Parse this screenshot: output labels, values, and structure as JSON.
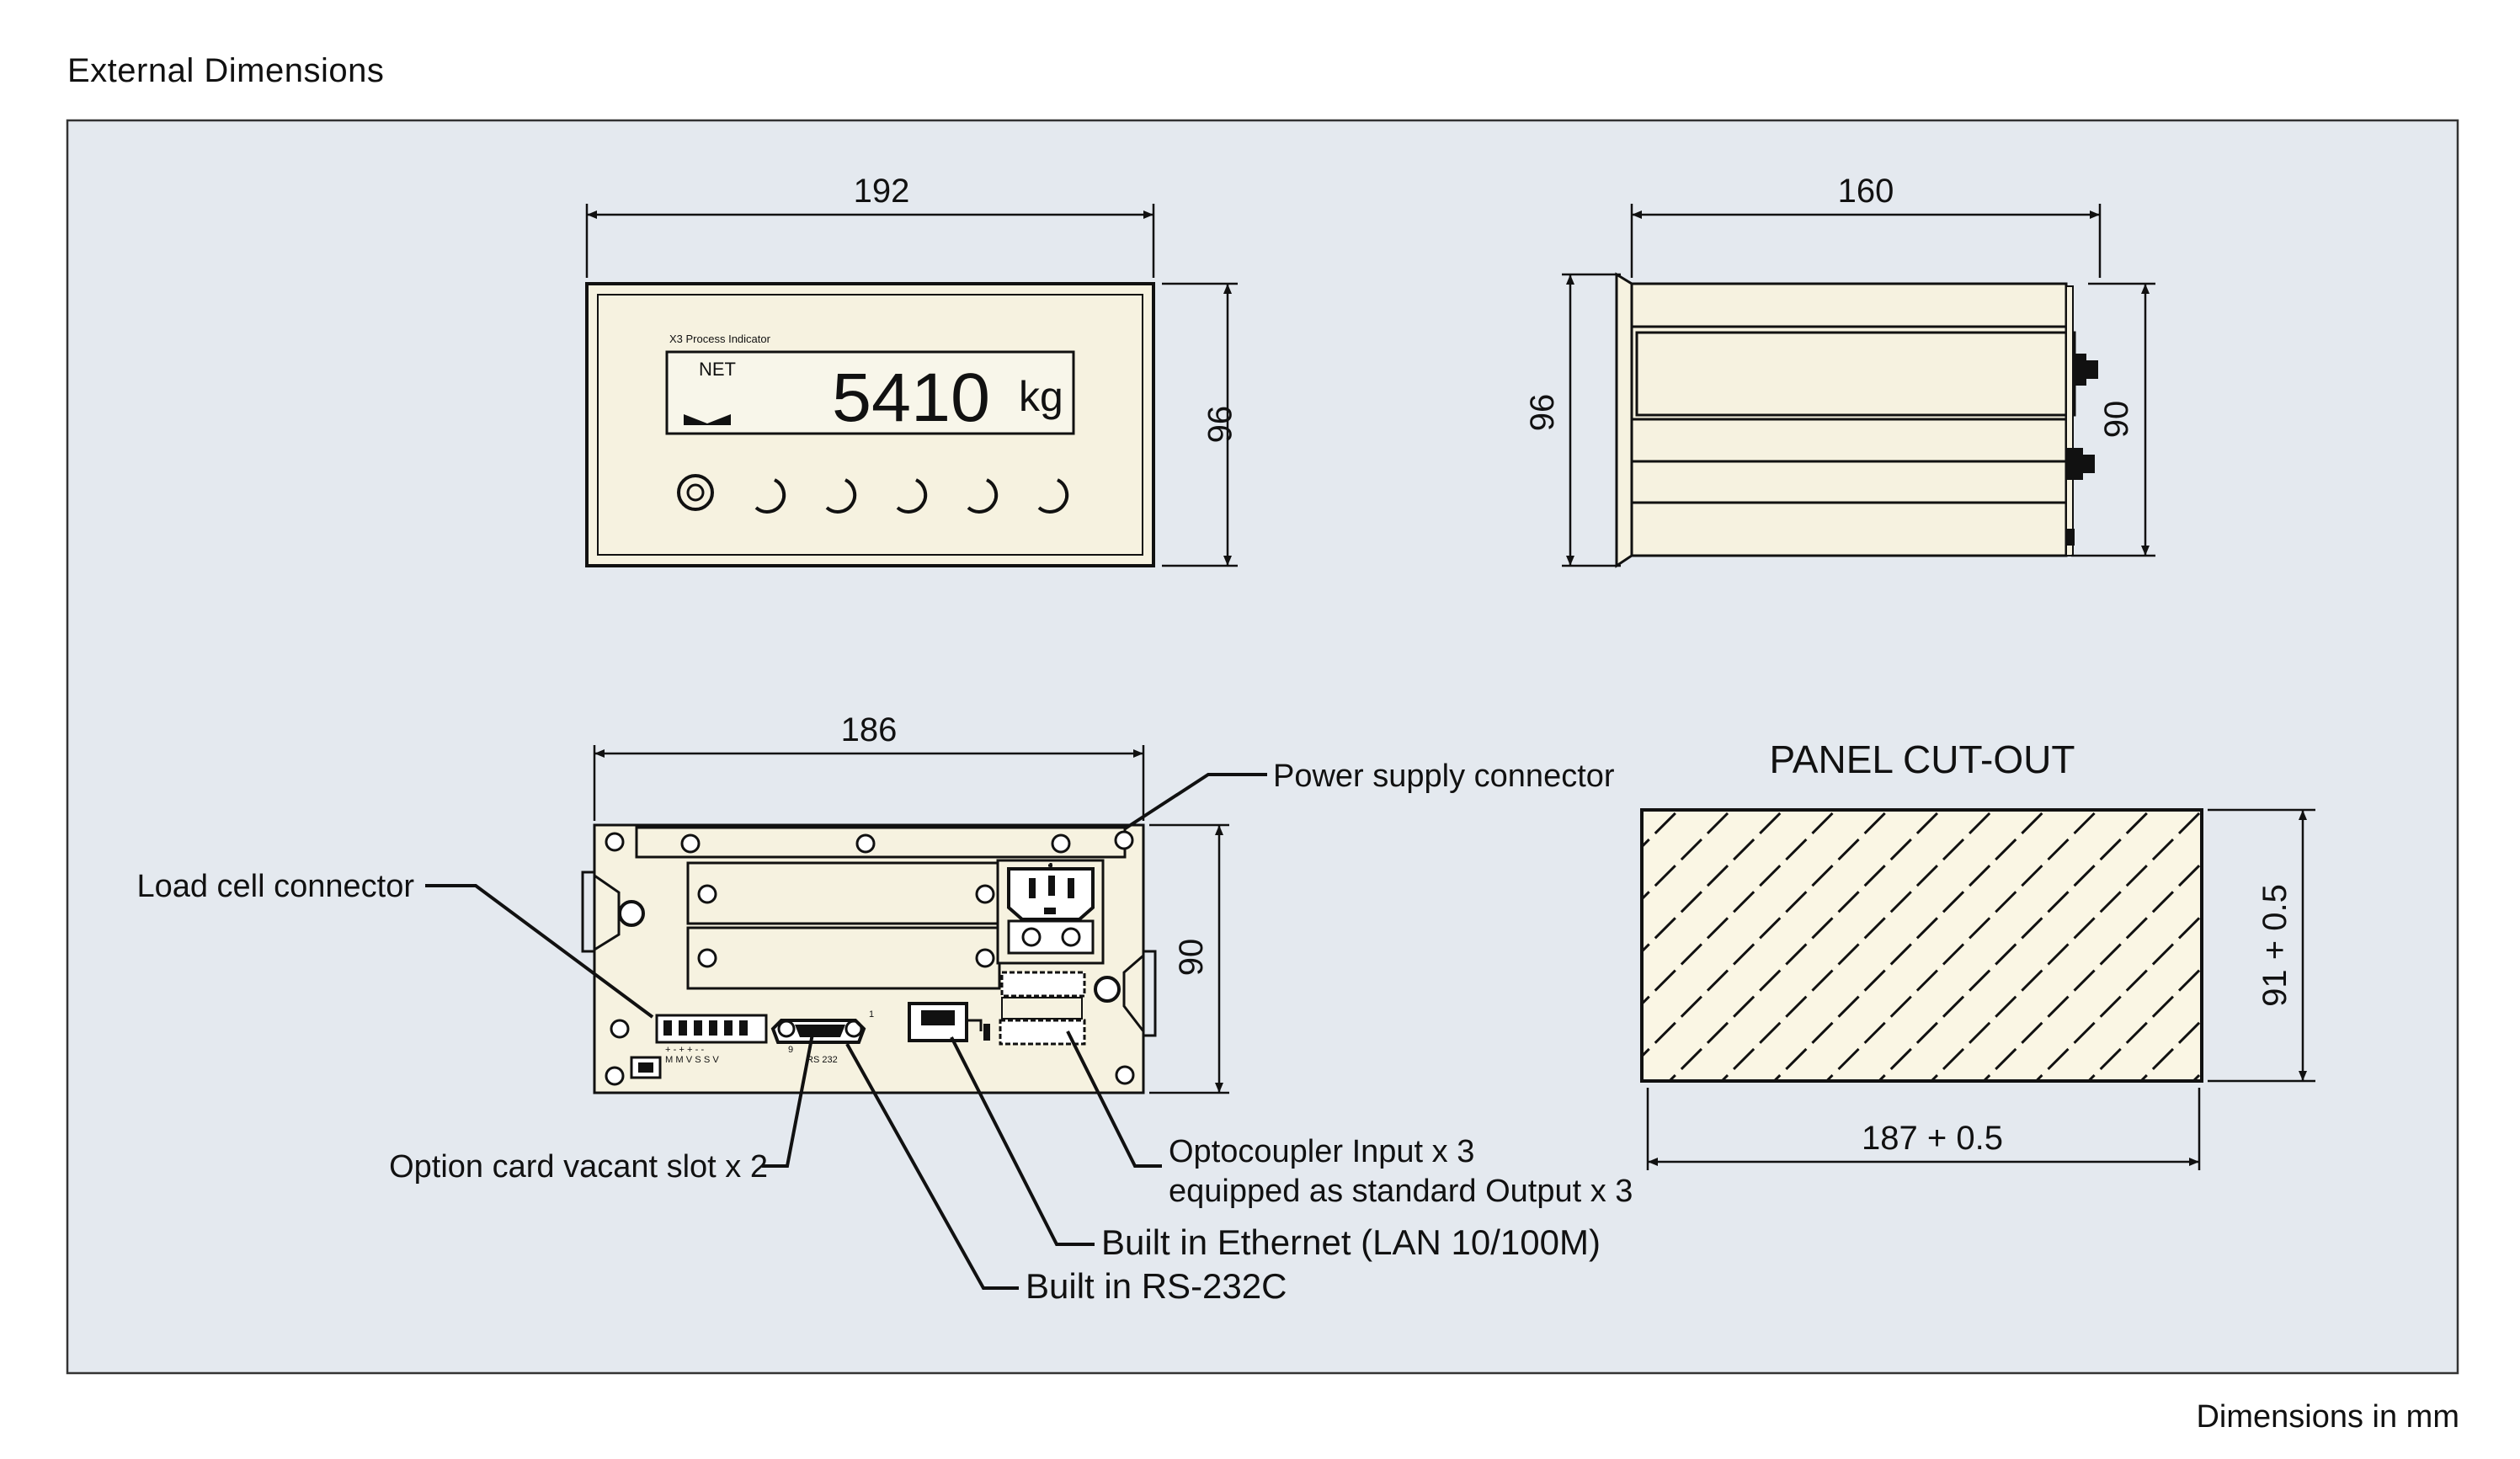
{
  "page": {
    "title": "External Dimensions",
    "footnote": "Dimensions in mm"
  },
  "front_view": {
    "width_label": "192",
    "height_label": "96",
    "display": {
      "model_text": "X3 Process Indicator",
      "status_text": "NET",
      "reading": "5410",
      "unit": "kg"
    }
  },
  "side_view": {
    "depth_label": "160",
    "front_height_label": "96",
    "body_height_label": "90"
  },
  "rear_view": {
    "width_label": "186",
    "height_label": "90",
    "terminal_text": "+ - + + - -\nM M V S S V",
    "rs232_text": "RS 232",
    "callouts": {
      "power_supply": "Power supply connector",
      "load_cell": "Load cell connector",
      "option_slot": "Option card vacant slot x 2",
      "optocoupler_line1": "Optocoupler Input x 3",
      "optocoupler_line2": "equipped as standard Output x 3",
      "ethernet": "Built in Ethernet (LAN 10/100M)",
      "rs232": "Built in RS-232C"
    }
  },
  "panel_cutout": {
    "title": "PANEL CUT-OUT",
    "width_label": "187 + 0.5",
    "height_label": "91 + 0.5"
  },
  "colors": {
    "background": "#e4e9ef",
    "device": "#f6f2e0",
    "line": "#111111",
    "hatch_fill": "#faf6e4"
  }
}
